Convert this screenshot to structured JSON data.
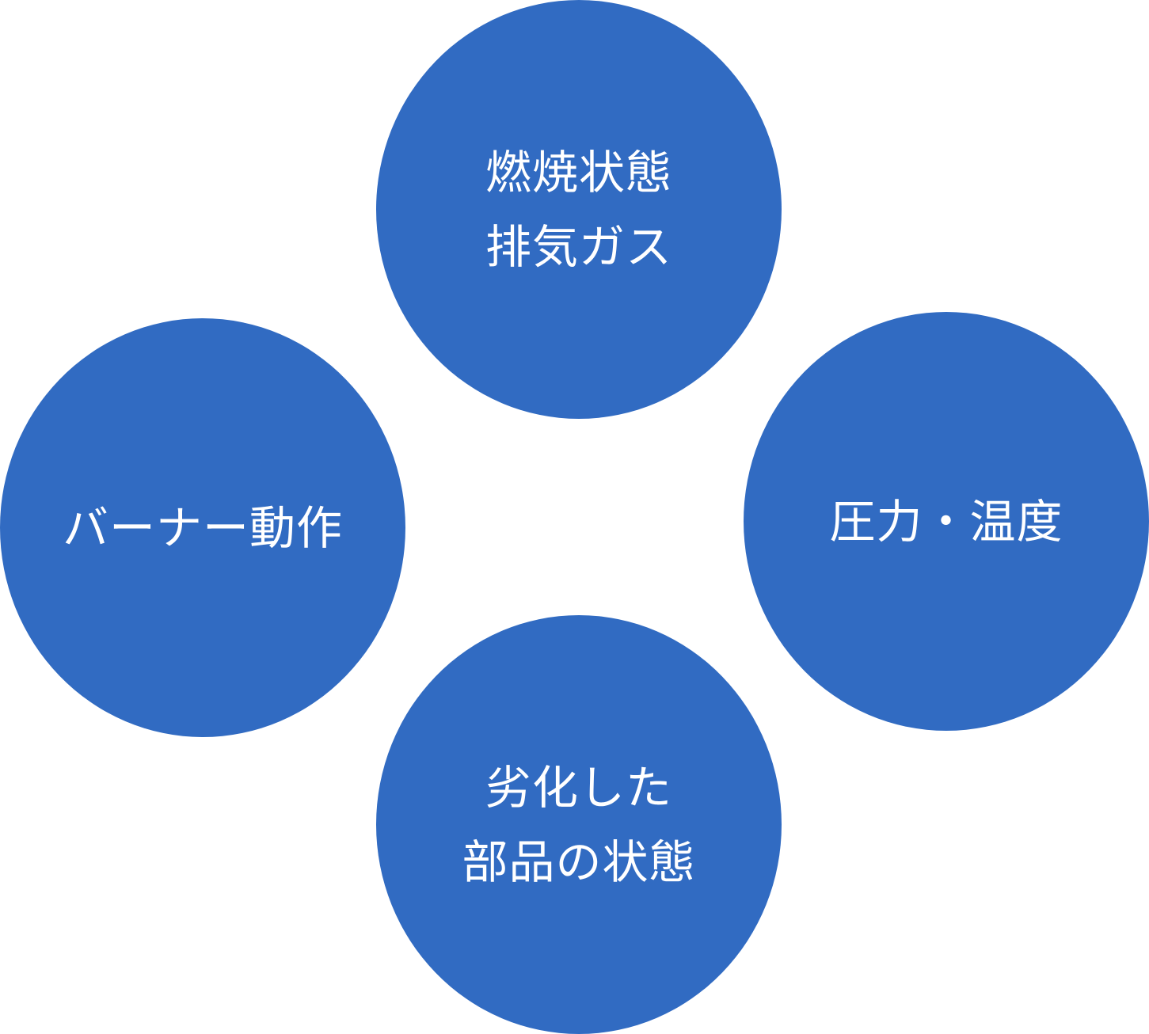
{
  "diagram": {
    "fill_color": "#316BC2",
    "text_color": "#FFFFFF",
    "nodes": {
      "top": {
        "label": "燃焼状態\n排気ガス"
      },
      "left": {
        "label": "バーナー動作"
      },
      "right": {
        "label": "圧力・温度"
      },
      "bottom": {
        "label": "劣化した\n部品の状態"
      }
    }
  }
}
